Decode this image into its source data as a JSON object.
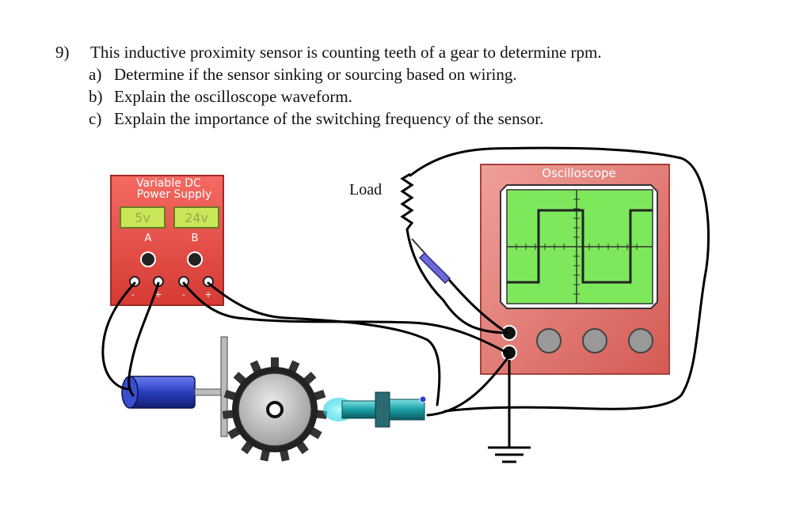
{
  "question": {
    "number": "9)",
    "text": "This inductive proximity sensor is counting teeth of a gear to determine rpm.",
    "parts": [
      {
        "letter": "a)",
        "text": "Determine if the sensor sinking or sourcing based on wiring."
      },
      {
        "letter": "b)",
        "text": "Explain the oscilloscope waveform."
      },
      {
        "letter": "c)",
        "text": "Explain the importance of the switching frequency of the sensor."
      }
    ]
  },
  "power_supply": {
    "title_line1": "Variable DC",
    "title_line2": "Power Supply",
    "display_a": "5v",
    "display_b": "24v",
    "channel_a": "A",
    "channel_b": "B",
    "terminal_minus": "-",
    "terminal_plus": "+"
  },
  "load_label": "Load",
  "oscilloscope_label": "Oscilloscope",
  "colors": {
    "supply_body": "#e8453f",
    "display_bg": "#c8e85a",
    "scope_body": "#e8453f",
    "scope_screen": "#7ee85c",
    "motor": "#2a3fbf",
    "sensor": "#1aa0a6",
    "wire": "#000000"
  }
}
